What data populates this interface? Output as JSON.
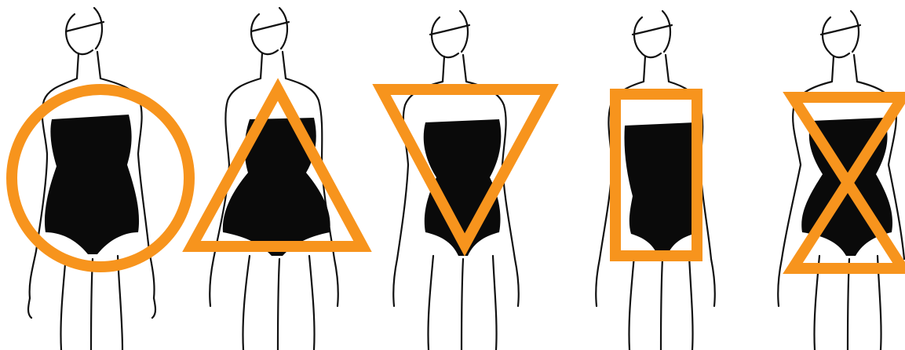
{
  "accent_color": "#f7941d",
  "figures": [
    {
      "shape_icon": "circle-icon",
      "body_type": "round"
    },
    {
      "shape_icon": "triangle-icon",
      "body_type": "pear"
    },
    {
      "shape_icon": "inverted-triangle-icon",
      "body_type": "inverted-triangle"
    },
    {
      "shape_icon": "rectangle-icon",
      "body_type": "rectangle"
    },
    {
      "shape_icon": "hourglass-icon",
      "body_type": "hourglass"
    }
  ]
}
